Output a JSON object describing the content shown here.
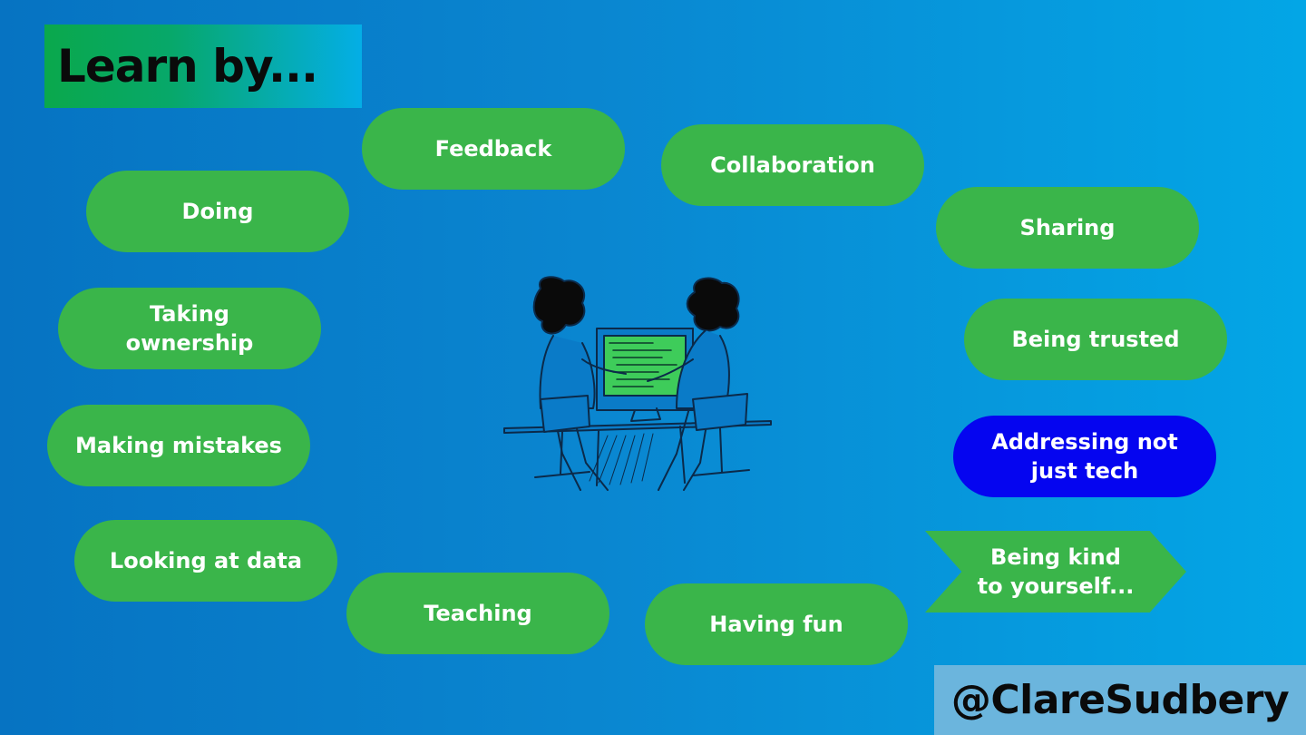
{
  "title": "Learn by...",
  "handle": "@ClareSudbery",
  "items": {
    "feedback": "Feedback",
    "collaboration": "Collaboration",
    "doing": "Doing",
    "sharing": "Sharing",
    "taking_ownership": [
      "Taking",
      "ownership"
    ],
    "being_trusted": "Being trusted",
    "making_mistakes": "Making mistakes",
    "addressing": [
      "Addressing not",
      "just tech"
    ],
    "looking_at_data": "Looking at data",
    "teaching": "Teaching",
    "having_fun": "Having fun",
    "being_kind": [
      "Being kind",
      "to yourself..."
    ]
  },
  "colors": {
    "pill_green": "#3ab54a",
    "pill_blue": "#0505f0",
    "screen_green": "#3ecc5a"
  },
  "illustration": "pair-programming-illustration"
}
